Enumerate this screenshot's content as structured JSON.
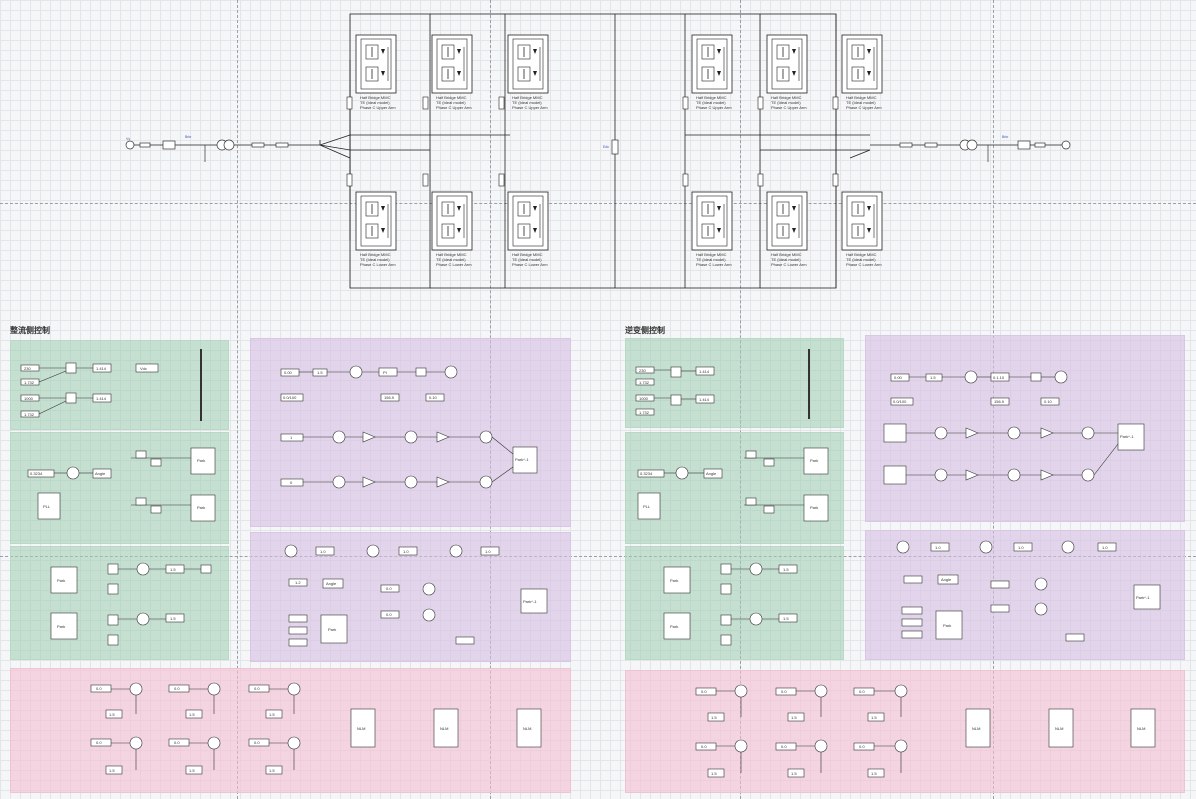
{
  "sections": {
    "rectifier_title": "整流侧控制",
    "inverter_title": "逆变侧控制"
  },
  "converter": {
    "mmc_label_1": "Half Bridge MMC",
    "mmc_label_2": "TE (Ideal model)",
    "upper_arm": "Phase C Upper Arm",
    "lower_arm": "Phase C Lower Arm",
    "source_label": "Vs",
    "breaker_label": "Brkr",
    "dc_label": "Edc"
  },
  "rectifier": {
    "g1_inputs": [
      "230",
      "1.732",
      "1000",
      "1.732"
    ],
    "g1_gain": "1.414",
    "g1_out": "Vdc",
    "g2_const": "0.3234",
    "g2_angle": "Angle",
    "g2_pll": "PLL",
    "g2_park": "Park",
    "g3_park": "Park",
    "g3_gain": "1.5",
    "p1_consts": [
      "0.00",
      "0.0/100"
    ],
    "p1_blocks": [
      "1.5",
      "PI",
      "156.9",
      "0.10"
    ],
    "p1_inputs": [
      "1",
      "0"
    ],
    "p1_park": "Park^-1",
    "p2_gains": [
      "1.0",
      "1.0",
      "1.0"
    ],
    "p2_angle": "Angle",
    "p2_park": "Park",
    "p2_vals": [
      "1.2",
      "0.0",
      "0.0"
    ],
    "k1": [
      "0.0",
      "0.0",
      "0.0",
      "0.0",
      "0.0",
      "0.0"
    ],
    "k1_gain": "1.5",
    "nlm": "NLM"
  },
  "inverter": {
    "g1_inputs": [
      "230",
      "1.732",
      "1000",
      "1.732"
    ],
    "g1_gain": "1.414",
    "g2_const": "0.3234",
    "g2_angle": "Angle",
    "g2_pll": "PLL",
    "g2_park": "Park",
    "g3_park": "Park",
    "g3_gain": "1.5",
    "p1_consts": [
      "0.00",
      "0.0/100"
    ],
    "p1_blocks": [
      "1.5",
      "0.1.10",
      "156.9",
      "0.10"
    ],
    "p1_park": "Park^-1",
    "p2_gains": [
      "1.0",
      "1.0",
      "1.0"
    ],
    "p2_angle": "Angle",
    "p2_park": "Park",
    "k1": [
      "0.0",
      "0.0",
      "0.0",
      "0.0",
      "0.0",
      "0.0"
    ],
    "k1_gain": "1.5",
    "nlm": "NLM"
  }
}
